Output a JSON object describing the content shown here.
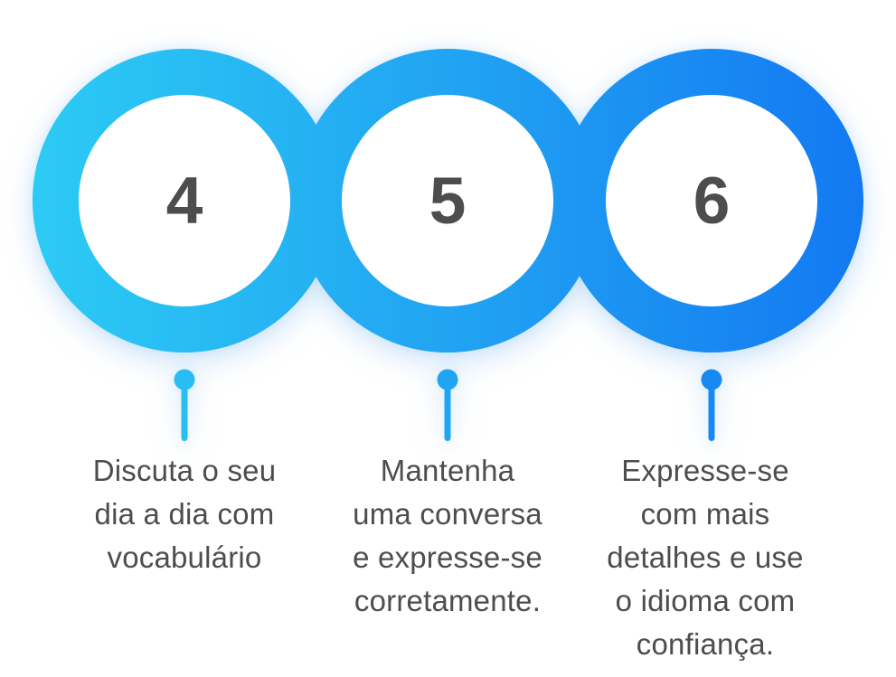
{
  "colors": {
    "gradient_start": "#2CCBF4",
    "gradient_mid": "#21A4F2",
    "gradient_end": "#1379F2",
    "pin": "#29A9EA",
    "number_text": "#4D4D4D",
    "body_text": "#4D4D4D",
    "background": "#FFFFFF",
    "circle_fill": "#FFFFFF"
  },
  "steps": [
    {
      "number": "4",
      "lines": [
        "Discuta o seu",
        "dia a dia com",
        "vocabulário"
      ]
    },
    {
      "number": "5",
      "lines": [
        "Mantenha",
        "uma conversa",
        "e expresse-se",
        "corretamente."
      ]
    },
    {
      "number": "6",
      "lines": [
        "Expresse-se",
        "com mais",
        "detalhes e use",
        "o idioma com",
        "confiança."
      ]
    }
  ]
}
